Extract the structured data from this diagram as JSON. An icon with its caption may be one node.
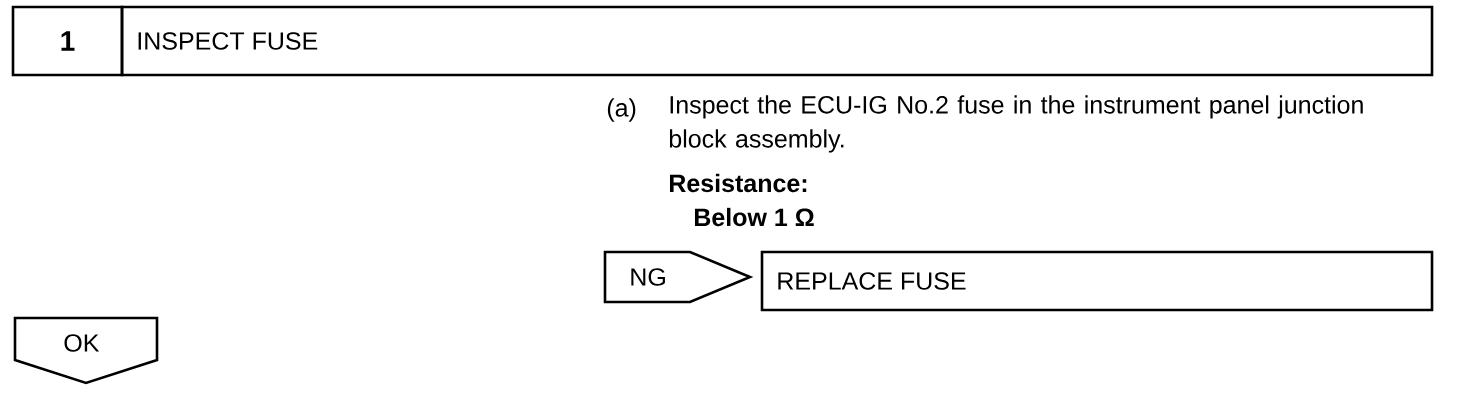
{
  "diagram": {
    "nodes": [
      {
        "text": [
          "1"
        ]
      },
      {
        "text": [
          "INSPECT FUSE"
        ]
      },
      {
        "text": [
          "NG"
        ]
      },
      {
        "text": [
          "REPLACE FUSE"
        ]
      },
      {
        "text": [
          "OK"
        ]
      }
    ],
    "labels": [
      "(a)",
      "Inspect the ECU-IG No.2 fuse in the instrument panel junction block assembly.",
      "Resistance:",
      "Below 1 Ω"
    ]
  }
}
